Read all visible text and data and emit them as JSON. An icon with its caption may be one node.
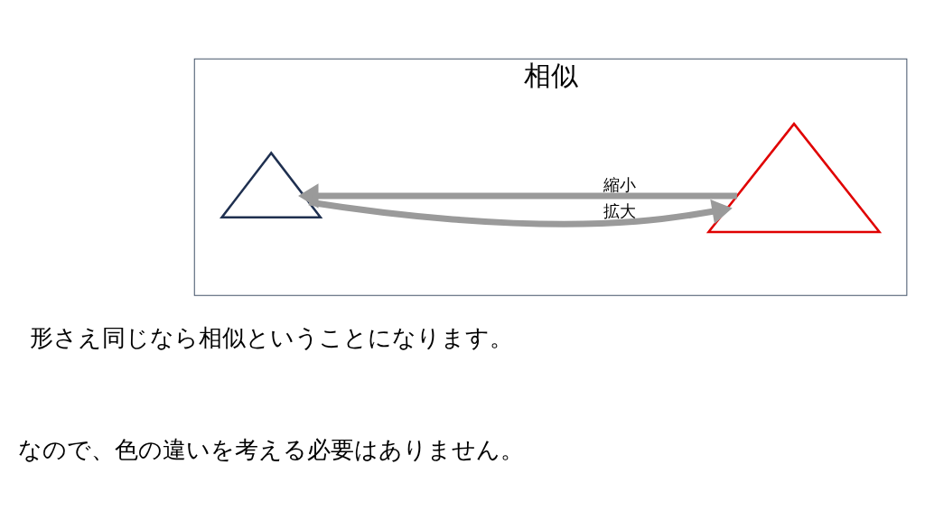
{
  "diagram": {
    "nodes": [
      {
        "text": [
          "相似"
        ]
      },
      {
        "text": [],
        "shape": "triangle",
        "in": 0
      },
      {
        "text": [],
        "shape": "triangle",
        "in": 0
      }
    ],
    "edges": [
      {
        "from": 1,
        "to": 2,
        "arrow": "to",
        "label": "拡大"
      },
      {
        "from": 2,
        "to": 1,
        "arrow": "to",
        "label": "縮小"
      }
    ],
    "labels": [
      "形さえ同じなら相似ということになります。",
      "なので、色の違いを考える必要はありません。"
    ]
  }
}
